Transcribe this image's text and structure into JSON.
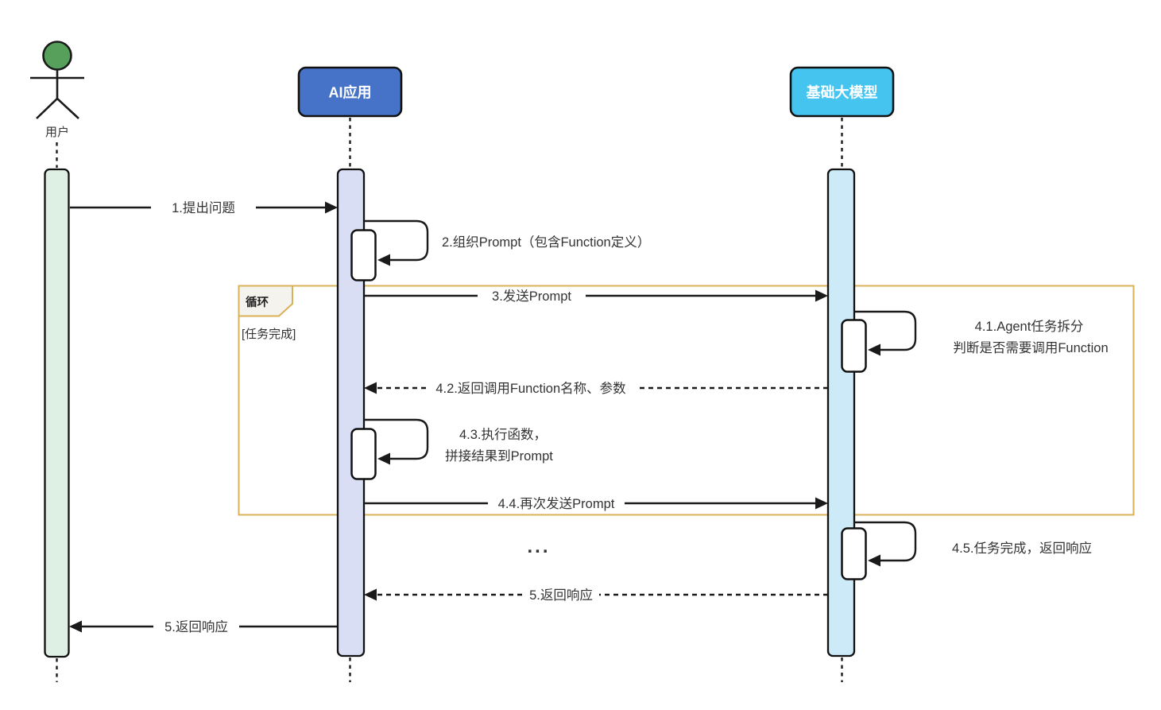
{
  "diagram": {
    "type": "sequence-diagram",
    "participants": [
      {
        "id": "user",
        "label": "用户",
        "kind": "actor"
      },
      {
        "id": "app",
        "label": "AI应用",
        "kind": "participant"
      },
      {
        "id": "model",
        "label": "基础大模型",
        "kind": "participant"
      }
    ],
    "loop_frame": {
      "label": "循环",
      "guard": "[任务完成]"
    },
    "messages": [
      {
        "id": "m1",
        "label": "1.提出问题",
        "from": "user",
        "to": "app",
        "style": "solid"
      },
      {
        "id": "m2",
        "label": "2.组织Prompt（包含Function定义）",
        "from": "app",
        "to": "app",
        "style": "self"
      },
      {
        "id": "m3",
        "label": "3.发送Prompt",
        "from": "app",
        "to": "model",
        "style": "solid"
      },
      {
        "id": "m41",
        "label_line1": "4.1.Agent任务拆分",
        "label_line2": "判断是否需要调用Function",
        "from": "model",
        "to": "model",
        "style": "self"
      },
      {
        "id": "m42",
        "label": "4.2.返回调用Function名称、参数",
        "from": "model",
        "to": "app",
        "style": "dashed"
      },
      {
        "id": "m43",
        "label_line1": "4.3.执行函数，",
        "label_line2": "拼接结果到Prompt",
        "from": "app",
        "to": "app",
        "style": "self"
      },
      {
        "id": "m44",
        "label": "4.4.再次发送Prompt",
        "from": "app",
        "to": "model",
        "style": "solid"
      },
      {
        "id": "ellipsis",
        "label": "..."
      },
      {
        "id": "m45",
        "label": "4.5.任务完成，返回响应",
        "from": "model",
        "to": "model",
        "style": "self"
      },
      {
        "id": "m5_return",
        "label": "5.返回响应",
        "from": "model",
        "to": "app",
        "style": "dashed"
      },
      {
        "id": "m5_final",
        "label": "5.返回响应",
        "from": "app",
        "to": "user",
        "style": "solid"
      }
    ],
    "colors": {
      "app_box_fill": "#4673c8",
      "model_box_fill": "#45c4f0",
      "user_activation_fill": "#def0e3",
      "app_activation_fill": "#d9def5",
      "model_activation_fill": "#cdeaf9",
      "actor_head_fill": "#57a05c",
      "loop_border": "#d9b156",
      "loop_label_fill": "#f5f3ee",
      "line_color": "#1a1a1a",
      "text_color": "#333333",
      "participant_text": "#ffffff"
    }
  }
}
